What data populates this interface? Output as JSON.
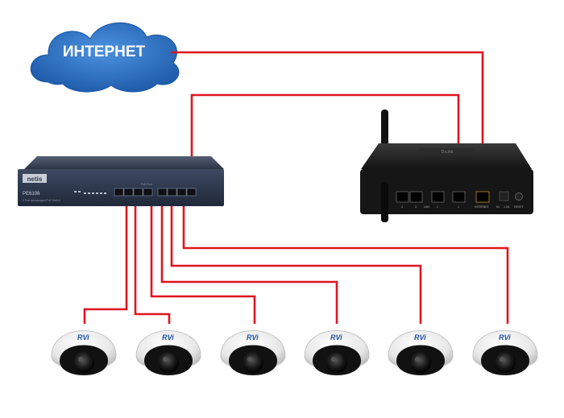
{
  "cloud": {
    "label": "ИНТЕРНЕТ"
  },
  "switch": {
    "brand": "netis",
    "model": "PE6108",
    "sub": "8 Port Unmanaged PoE Switch",
    "port_group_label": "PoE Port"
  },
  "router": {
    "brand": "D-Link",
    "port_labels": [
      "4",
      "3",
      "LAN",
      "2",
      "1",
      "INTERNET",
      "5V",
      "1.2A",
      "RESET"
    ]
  },
  "camera": {
    "brand": "RVi",
    "count": 6
  },
  "colors": {
    "cable": "#e0141e",
    "cloud": "#2a73c9",
    "cloud_dark": "#1b58a6",
    "switch_body": "#2f3a4f",
    "router_body": "#1a1a1a",
    "camera_body": "#f1f1f1"
  }
}
